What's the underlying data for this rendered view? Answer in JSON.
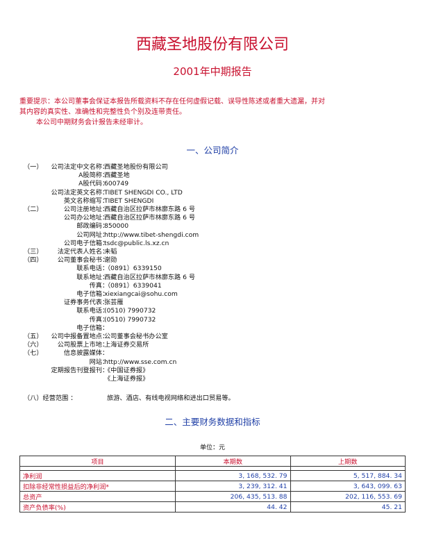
{
  "doc": {
    "title": "西藏圣地股份有限公司",
    "subtitle": "2001年中期报告",
    "notice_lines": [
      "重要提示：本公司董事会保证本报告所载资料不存在任何虚假记载、误导性陈述或者重大遗漏，并对",
      "其内容的真实性、准确性和完整性负个别及连带责任。"
    ],
    "audit_line": "本公司中期财务会计报告未经审计。"
  },
  "section1": {
    "title": "一、公司简介",
    "rows": [
      {
        "num": "（一）",
        "label": "公司法定中文名称",
        "value": "西藏圣地股份有限公司"
      },
      {
        "num": "",
        "label": "A股简称",
        "value": "西藏圣地"
      },
      {
        "num": "",
        "label": "A股代码",
        "value": "600749"
      },
      {
        "num": "",
        "label": "公司法定英文名称",
        "value": "TIBET SHENGDI  CO., LTD"
      },
      {
        "num": "",
        "label": "英文名称缩写",
        "value": "TIBET SHENGDI"
      },
      {
        "num": "（二）",
        "label": "公司注册地址",
        "value": "西藏自治区拉萨市林廓东路 6 号"
      },
      {
        "num": "",
        "label": "公司办公地址",
        "value": "西藏自治区拉萨市林廓东路 6 号"
      },
      {
        "num": "",
        "label": "邮政编码",
        "value": "850000"
      },
      {
        "num": "",
        "label": "公司网址",
        "value": "http://www.tibet-shengdi.com"
      },
      {
        "num": "",
        "label": "公司电子信箱",
        "value": "tsdc@public.ls.xz.cn"
      },
      {
        "num": "（三）",
        "label": "法定代表人姓名",
        "value": "未韬"
      },
      {
        "num": "（四）",
        "label": "公司董事会秘书",
        "value": "谢勋"
      },
      {
        "num": "",
        "label": "联系电话",
        "value": "（0891）6339150"
      },
      {
        "num": "",
        "label": "联系地址",
        "value": "西藏自治区拉萨市林廓东路 6 号"
      },
      {
        "num": "",
        "label": "传真",
        "value": "（0891）6339041"
      },
      {
        "num": "",
        "label": "电子信箱",
        "value": "xiexiangcai@sohu.com"
      },
      {
        "num": "",
        "label": "证券事务代表",
        "value": "张芸雁"
      },
      {
        "num": "",
        "label": "联系电话",
        "value": "(0510) 7990732"
      },
      {
        "num": "",
        "label": "传真",
        "value": "(0510) 7990732"
      },
      {
        "num": "",
        "label": "电子信箱",
        "value": ""
      },
      {
        "num": "（五）",
        "label": "公司中报备置地点",
        "value": "公司董事会秘书办公室"
      },
      {
        "num": "（六）",
        "label": "公司股票上市地",
        "value": "上海证券交易所"
      },
      {
        "num": "（七）",
        "label": "信息披露媒体",
        "value": ""
      },
      {
        "num": "",
        "label": "网站",
        "value": "http://www.sse.com.cn"
      },
      {
        "num": "",
        "label": "定期报告刊登报刊",
        "value": "《中国证券报》"
      },
      {
        "num": "",
        "label": "",
        "value": "《上海证券报》"
      }
    ],
    "business_label": "（八）经营范围 ：",
    "business_value": "旅游、酒店、有线电视网络和进出口贸易等。"
  },
  "section2": {
    "title": "二、主要财务数据和指标",
    "unit": "单位：元",
    "headers": [
      "项目",
      "本期数",
      "上期数"
    ],
    "rows": [
      {
        "item": "净利润",
        "current": "3, 168, 532. 79",
        "previous": "5, 517, 884. 34"
      },
      {
        "item": "扣除非经常性损益后的净利润*",
        "current": "3, 239, 312. 41",
        "previous": "3, 643, 099. 63"
      },
      {
        "item": "总资产",
        "current": "206, 435, 513. 88",
        "previous": "202, 116, 553. 69"
      },
      {
        "item": "资产负债率(%)",
        "current": "44. 42",
        "previous": "45. 21"
      }
    ]
  },
  "colors": {
    "accent_red": "#c8102e",
    "accent_blue": "#1f3fa6"
  }
}
